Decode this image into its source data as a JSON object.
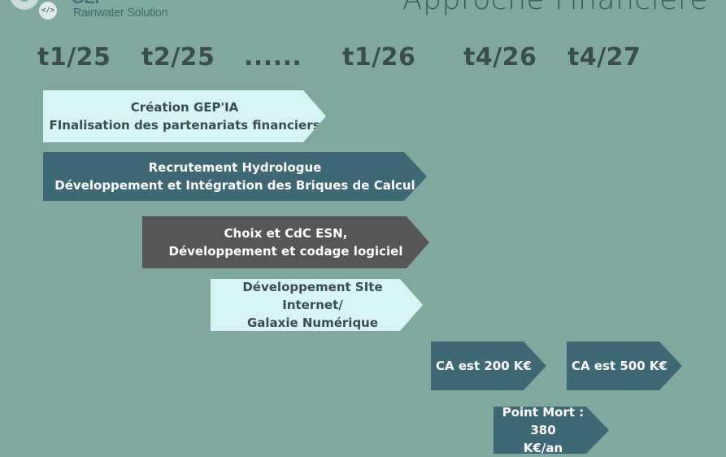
{
  "header": {
    "brand": "GEP",
    "brand_sub": "Rainwater Solution",
    "code_icon": "</>",
    "page_title": "Approche Financière"
  },
  "timeline": {
    "labels": [
      "t1/25",
      "t2/25",
      "......",
      "t1/26",
      "t4/26",
      "t4/27"
    ]
  },
  "steps": [
    {
      "text": "Création GEP'IA\nFInalisation des partenariats financiers",
      "style": "light"
    },
    {
      "text": "Recrutement Hydrologue\nDéveloppement et Intégration des  Briques de Calcul",
      "style": "teal"
    },
    {
      "text": "Choix et CdC ESN,\nDéveloppement et codage logiciel",
      "style": "dark"
    },
    {
      "text": "Développement SIte Internet/\nGalaxie Numérique",
      "style": "light"
    },
    {
      "text": "CA est 200 K€",
      "style": "teal"
    },
    {
      "text": "CA est 500 K€",
      "style": "teal"
    },
    {
      "text": "Point Mort : 380\nK€/an",
      "style": "teal"
    }
  ],
  "colors": {
    "background": "#7fa89e",
    "light_arrow": "#d6f3f6",
    "teal_arrow": "#3d6875",
    "dark_arrow": "#565656",
    "timeline_text": "#3b4e4f"
  }
}
